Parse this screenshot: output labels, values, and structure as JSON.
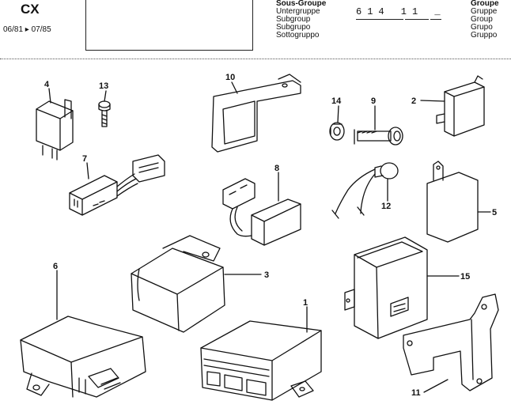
{
  "header": {
    "model": "CX",
    "date_range": "06/81 ▸ 07/85",
    "languages": [
      "Sous-Groupe",
      "Untergruppe",
      "Subgroup",
      "Subgrupo",
      "Sottogruppo"
    ],
    "group_code": "614 11 _",
    "group_labels": [
      "Groupe",
      "Gruppe",
      "Group",
      "Grupo",
      "Gruppo"
    ]
  },
  "parts": [
    {
      "id": "4",
      "label": "4"
    },
    {
      "id": "13",
      "label": "13"
    },
    {
      "id": "10",
      "label": "10"
    },
    {
      "id": "14",
      "label": "14"
    },
    {
      "id": "9",
      "label": "9"
    },
    {
      "id": "2",
      "label": "2"
    },
    {
      "id": "7",
      "label": "7"
    },
    {
      "id": "8",
      "label": "8"
    },
    {
      "id": "12",
      "label": "12"
    },
    {
      "id": "5",
      "label": "5"
    },
    {
      "id": "3",
      "label": "3"
    },
    {
      "id": "6",
      "label": "6"
    },
    {
      "id": "15",
      "label": "15"
    },
    {
      "id": "1",
      "label": "1"
    },
    {
      "id": "11",
      "label": "11"
    }
  ]
}
